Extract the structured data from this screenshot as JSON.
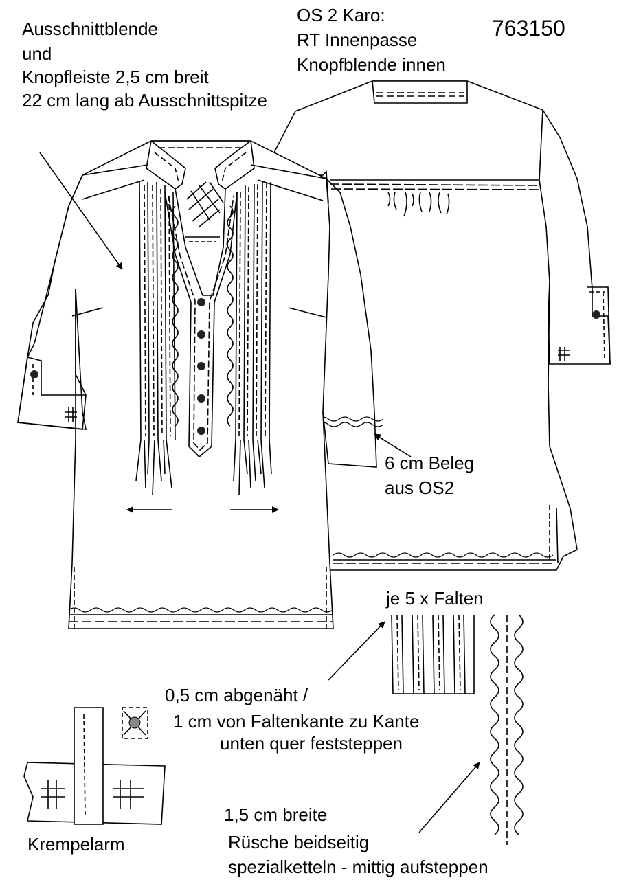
{
  "style_number": "763150",
  "annotations": {
    "neckline_line1": "Ausschnittblende",
    "neckline_line2": "und",
    "neckline_line3": "Knopfleiste 2,5 cm breit",
    "neckline_line4": "22 cm lang ab Ausschnittspitze",
    "fabric_line1": "OS 2 Karo:",
    "fabric_line2": "RT Innenpasse",
    "fabric_line3": "Knopfblende innen",
    "facing_line1": "6 cm Beleg",
    "facing_line2": "aus OS2",
    "pleats_title": "je 5 x Falten",
    "pleats_line1": "0,5 cm abgenäht /",
    "pleats_line2": "1 cm von Faltenkante zu Kante",
    "pleats_line3": "unten quer feststeppen",
    "ruffle_line1": "1,5 cm breite",
    "ruffle_line2": "Rüsche beidseitig",
    "ruffle_line3": "spezialketteln - mittig aufsteppen",
    "sleeve_detail": "Krempelarm"
  }
}
